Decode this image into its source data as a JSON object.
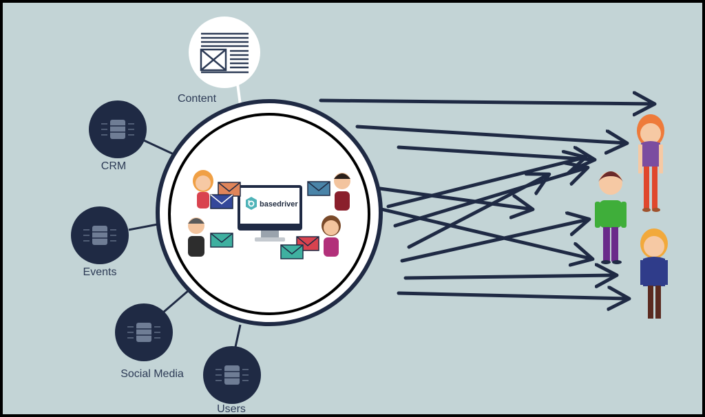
{
  "colors": {
    "background": "#c3d4d6",
    "navy": "#1f2a44",
    "label": "#2c3a55",
    "white": "#ffffff",
    "teal": "#4fb3b8"
  },
  "content_node": {
    "label": "Content",
    "icon": "newsletter-icon"
  },
  "data_sources": [
    {
      "label": "CRM",
      "icon": "database-icon"
    },
    {
      "label": "Events",
      "icon": "database-icon"
    },
    {
      "label": "Social Media",
      "icon": "database-icon"
    },
    {
      "label": "Users",
      "icon": "database-icon"
    }
  ],
  "hub": {
    "brand": "basedriver",
    "icon": "monitor-icon"
  },
  "recipients": [
    {
      "icon": "person-orange-hair-icon"
    },
    {
      "icon": "person-green-shirt-icon"
    },
    {
      "icon": "person-blonde-hair-icon"
    }
  ]
}
